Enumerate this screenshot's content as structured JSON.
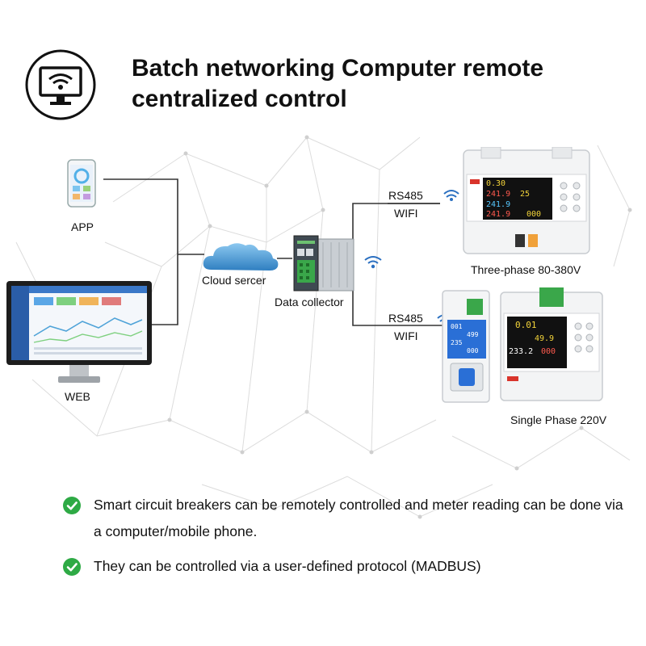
{
  "header": {
    "title": "Batch networking Computer remote centralized control",
    "icon": "wifi-monitor-icon"
  },
  "diagram": {
    "app_label": "APP",
    "web_label": "WEB",
    "cloud_label": "Cloud sercer",
    "collector_label": "Data collector",
    "link_top": {
      "protocol": "RS485",
      "wireless": "WIFI"
    },
    "link_bottom": {
      "protocol": "RS485",
      "wireless": "WIFI"
    },
    "three_phase_label": "Three-phase 80-380V",
    "single_phase_label": "Single Phase 220V",
    "three_phase_readings": [
      "0.30",
      "241.9",
      "25",
      "241.9",
      "241.9",
      "000"
    ],
    "single_phase_readings": [
      "0.01",
      "49.9",
      "233.2",
      "000"
    ],
    "breaker_readings": [
      "001",
      "499",
      "235",
      "000"
    ]
  },
  "bullets": [
    {
      "text": "Smart circuit breakers can be remotely controlled and meter reading can be done via a computer/mobile phone."
    },
    {
      "text": "They can be controlled via a user-defined protocol (MADBUS)"
    }
  ],
  "colors": {
    "accent": "#2eaa45",
    "line": "#333333",
    "cloud": "#4fa3d8",
    "screen": "#2a7fd0"
  }
}
